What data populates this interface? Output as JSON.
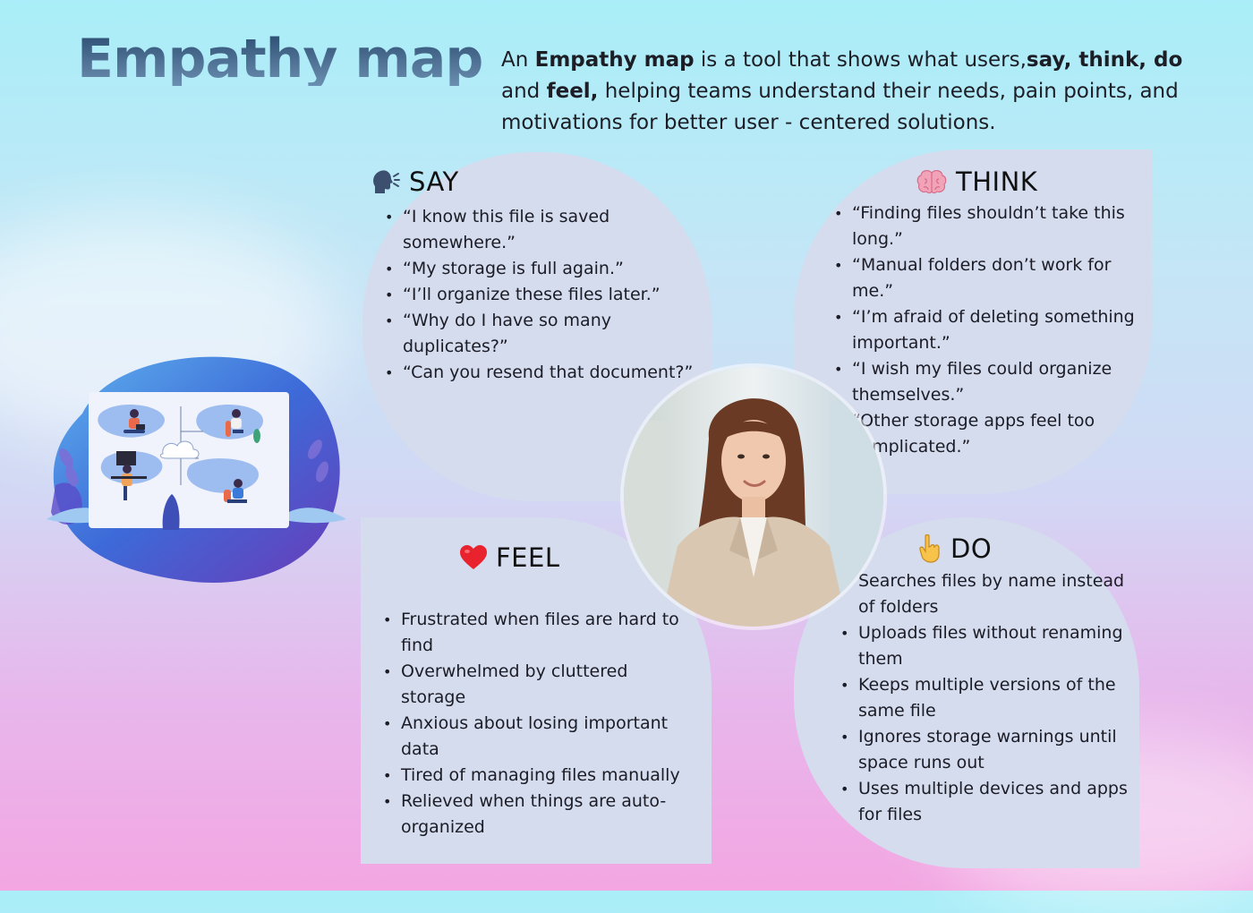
{
  "title": "Empathy map",
  "intro": {
    "p1": "An ",
    "b1": "Empathy map",
    "p2": " is a tool that shows what users,",
    "b2": "say, think, do",
    "p3": " and ",
    "b3": "feel,",
    "p4": " helping teams understand their needs, pain points, and motivations for better user - centered solutions."
  },
  "icons": {
    "say": "speaking-head-icon",
    "think": "brain-icon",
    "feel": "red-heart-icon",
    "do": "pointing-hand-icon"
  },
  "say": {
    "label": "SAY",
    "items": [
      "“I know this file is saved somewhere.”",
      "“My storage is full again.”",
      "“I’ll organize these files later.”",
      "“Why do I have so many duplicates?”",
      "“Can you resend that document?”"
    ]
  },
  "think": {
    "label": "THINK",
    "items": [
      "“Finding files shouldn’t take this long.”",
      "“Manual folders don’t work for me.”",
      "“I’m afraid of deleting something important.”",
      "“I wish my files could organize themselves.”",
      "“Other storage apps feel too complicated.”"
    ]
  },
  "feel": {
    "label": "FEEL",
    "items": [
      "Frustrated when files are hard to find",
      "Overwhelmed by cluttered storage",
      "Anxious about losing important data",
      "Tired of managing files manually",
      "Relieved when things are auto-organized"
    ]
  },
  "do": {
    "label": "DO",
    "items": [
      "Searches files by name instead of folders",
      "Uploads files without renaming them",
      "Keeps multiple versions of the same file",
      "Ignores storage warnings until space runs out",
      "Uses multiple devices and apps for files"
    ]
  }
}
